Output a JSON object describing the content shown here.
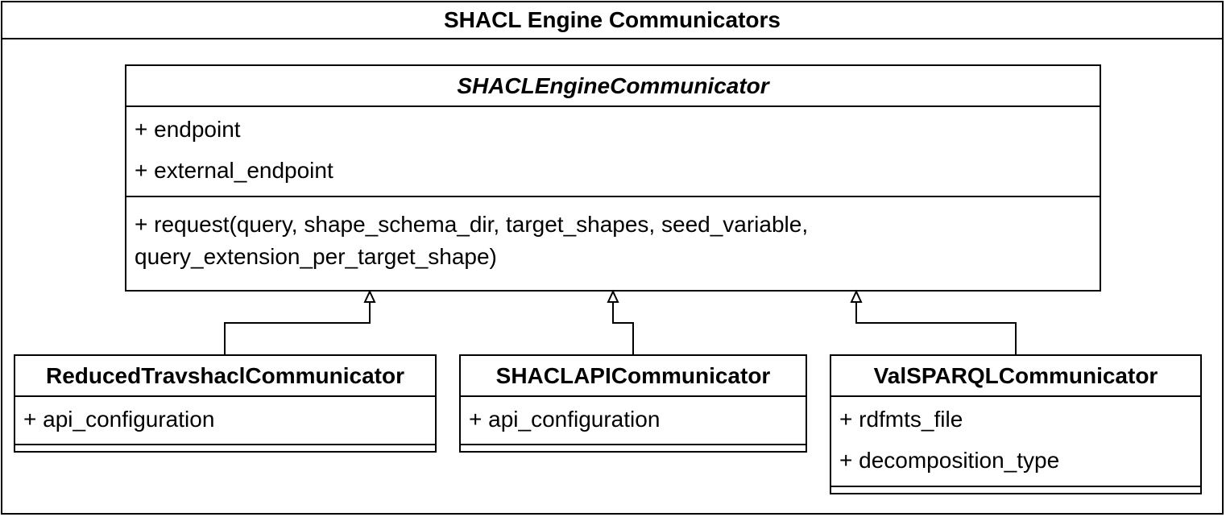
{
  "frame": {
    "title": "SHACL Engine Communicators"
  },
  "base_class": {
    "name": "SHACLEngineCommunicator",
    "attributes": [
      "+ endpoint",
      "+ external_endpoint"
    ],
    "operations": [
      "+ request(query, shape_schema_dir, target_shapes, seed_variable, query_extension_per_target_shape)"
    ]
  },
  "subclasses": [
    {
      "name": "ReducedTravshaclCommunicator",
      "attributes": [
        "+ api_configuration"
      ]
    },
    {
      "name": "SHACLAPICommunicator",
      "attributes": [
        "+ api_configuration"
      ]
    },
    {
      "name": "ValSPARQLCommunicator",
      "attributes": [
        "+ rdfmts_file",
        "+ decomposition_type"
      ]
    }
  ]
}
